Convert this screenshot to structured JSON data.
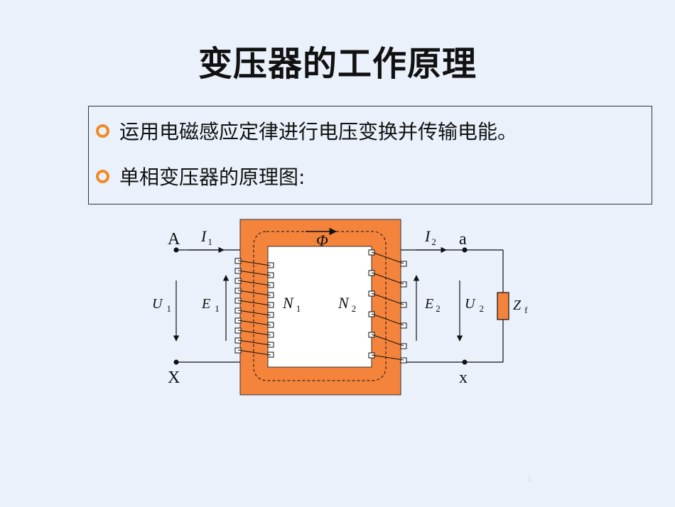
{
  "title": "变压器的工作原理",
  "bullets": [
    "运用电磁感应定律进行电压变换并传输电能。",
    "单相变压器的原理图:"
  ],
  "diagram": {
    "terminal_A": "A",
    "terminal_X": "X",
    "terminal_a": "a",
    "terminal_x": "x",
    "I1": "I",
    "I1_sub": "1",
    "I2": "I",
    "I2_sub": "2",
    "U1": "U",
    "U1_sub": "1",
    "E1": "E",
    "E1_sub": "1",
    "N1": "N",
    "N1_sub": "1",
    "N2": "N",
    "N2_sub": "2",
    "E2": "E",
    "E2_sub": "2",
    "U2": "U",
    "U2_sub": "2",
    "Zf": "Z",
    "Zf_sub": "f",
    "flux": "Φ",
    "core_color": "#f4833c"
  },
  "page_number": "1"
}
